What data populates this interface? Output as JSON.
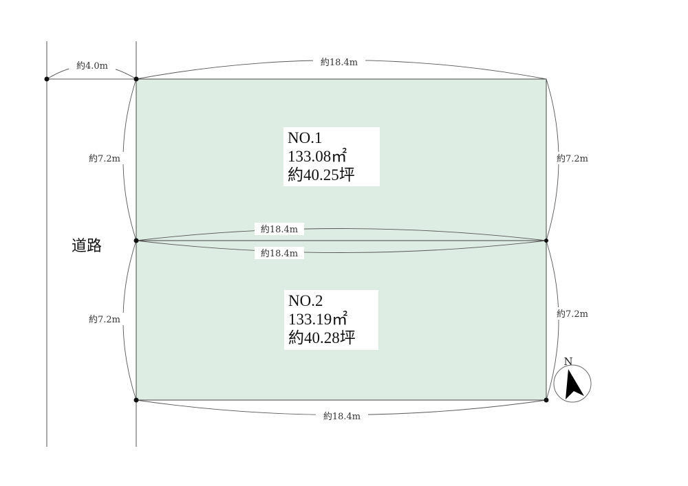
{
  "colors": {
    "lot_fill": "#deede3",
    "line": "#444444"
  },
  "road_label": "道路",
  "dimensions": {
    "road_width": "約4.0m",
    "top": "約18.4m",
    "left_upper": "約7.2m",
    "right_upper": "約7.2m",
    "middle_upper": "約18.4m",
    "middle_lower": "約18.4m",
    "left_lower": "約7.2m",
    "right_lower": "約7.2m",
    "bottom": "約18.4m"
  },
  "lots": [
    {
      "number": "NO.1",
      "area_sqm": "133.08㎡",
      "area_tsubo": "約40.25坪"
    },
    {
      "number": "NO.2",
      "area_sqm": "133.19㎡",
      "area_tsubo": "約40.28坪"
    }
  ],
  "compass": {
    "label": "N",
    "icon": "north-arrow-icon"
  }
}
